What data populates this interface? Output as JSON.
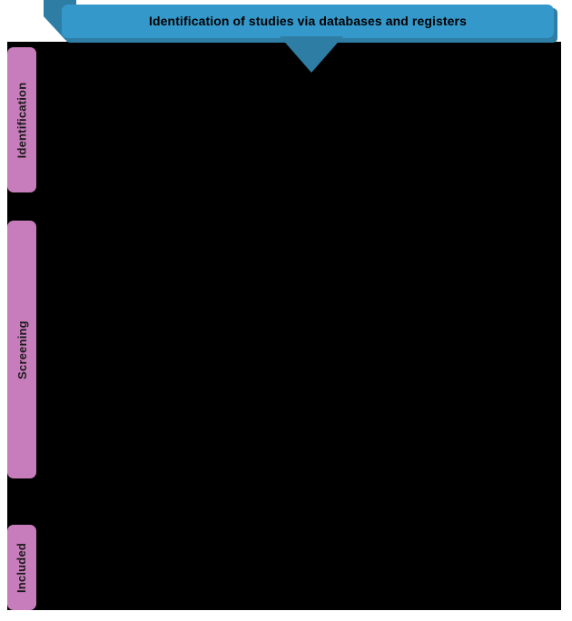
{
  "diagram": {
    "type": "prisma-flow-diagram",
    "title": "Identification of studies via databases and registers",
    "colors": {
      "banner": "#3598CB",
      "banner_shadow": "#2D7DA4",
      "ribbon_tail": "#2D7DA4",
      "chevron": "#2D7DA4",
      "stage_tab": "#C77DBB",
      "content_background": "#000000",
      "page_background": "#FFFFFF",
      "text": "#000000"
    }
  },
  "header": {
    "banner_label": "Identification of studies via databases and registers"
  },
  "stages": [
    {
      "id": "identification",
      "label": "Identification"
    },
    {
      "id": "screening",
      "label": "Screening"
    },
    {
      "id": "included",
      "label": "Included"
    }
  ]
}
